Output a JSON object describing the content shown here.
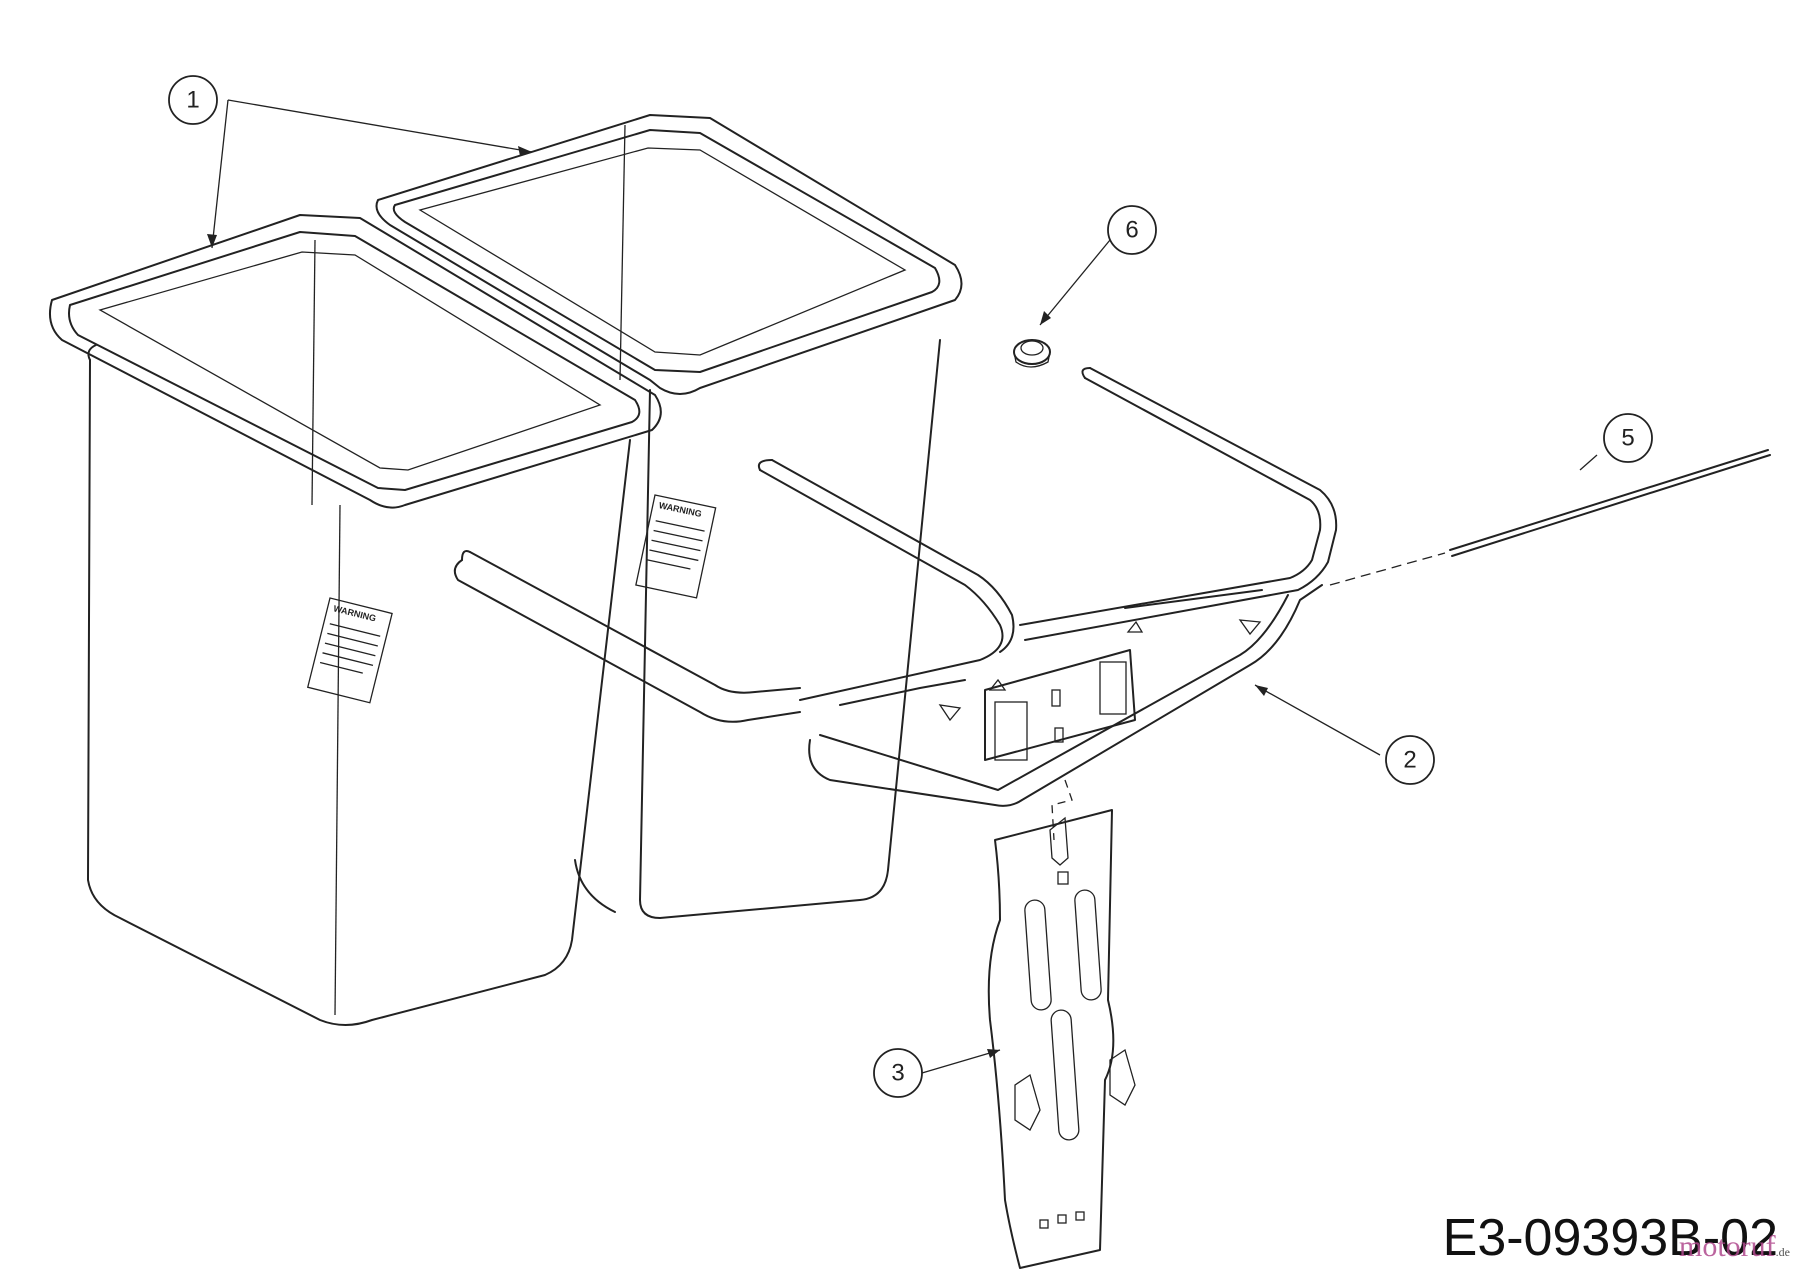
{
  "callouts": [
    {
      "id": "1",
      "label": "1"
    },
    {
      "id": "2",
      "label": "2"
    },
    {
      "id": "3",
      "label": "3"
    },
    {
      "id": "5",
      "label": "5"
    },
    {
      "id": "6",
      "label": "6"
    }
  ],
  "decals": {
    "front_bag_title": "WARNING",
    "rear_bag_title": "WARNING"
  },
  "drawing_code": "E3-09393B-02",
  "watermark": {
    "brand": "motoruf",
    "tld": ".de"
  }
}
